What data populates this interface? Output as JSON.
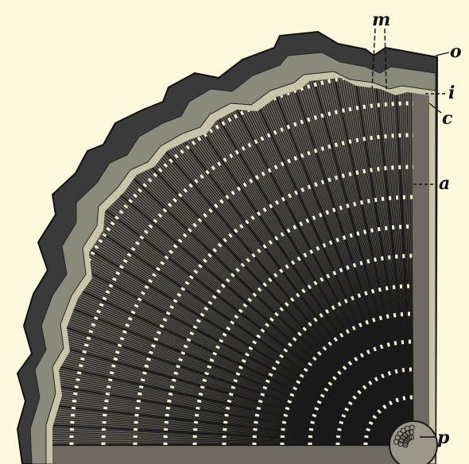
{
  "figure": {
    "subject": "cross-section-quarter-of-woody-stem",
    "colors": {
      "background": "#fbf8dc",
      "ink": "#1a1a1a"
    },
    "labels": {
      "m": "m",
      "o": "o",
      "i": "i",
      "c": "c",
      "a": "a",
      "p": "p"
    }
  }
}
